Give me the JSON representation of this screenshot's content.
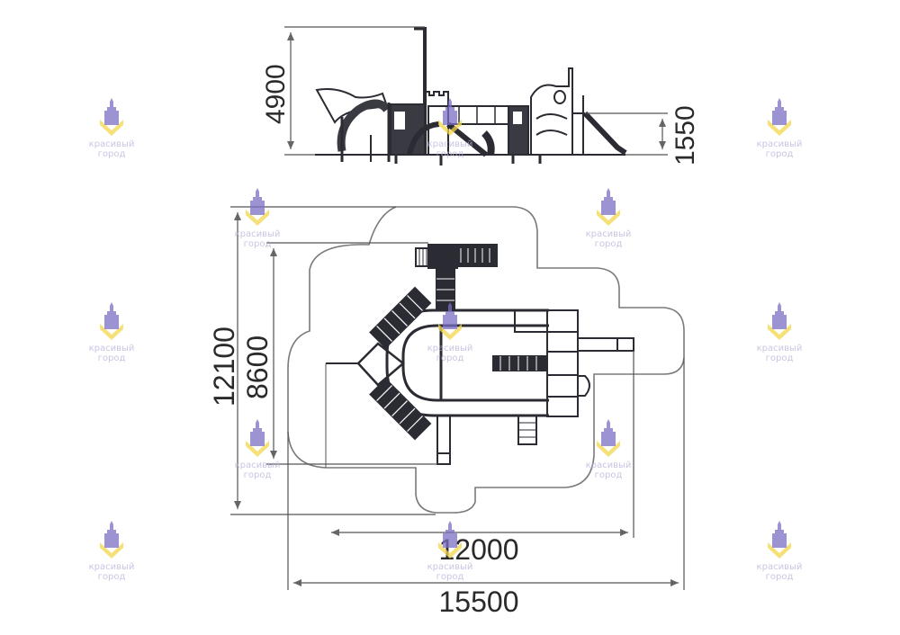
{
  "diagram": {
    "side_view": {
      "height_total": "4900",
      "platform_height": "1550"
    },
    "plan_view": {
      "safety_zone_depth": "12100",
      "equipment_depth": "8600",
      "equipment_width": "12000",
      "safety_zone_width": "15500"
    }
  },
  "watermark": {
    "brand_line1": "красивый",
    "brand_line2": "город",
    "logo_color": "#7b6fc4",
    "accent_color": "#f2d74a"
  },
  "colors": {
    "line": "#2b2b33",
    "dimension": "#555555",
    "zone": "#7a7a7a"
  }
}
